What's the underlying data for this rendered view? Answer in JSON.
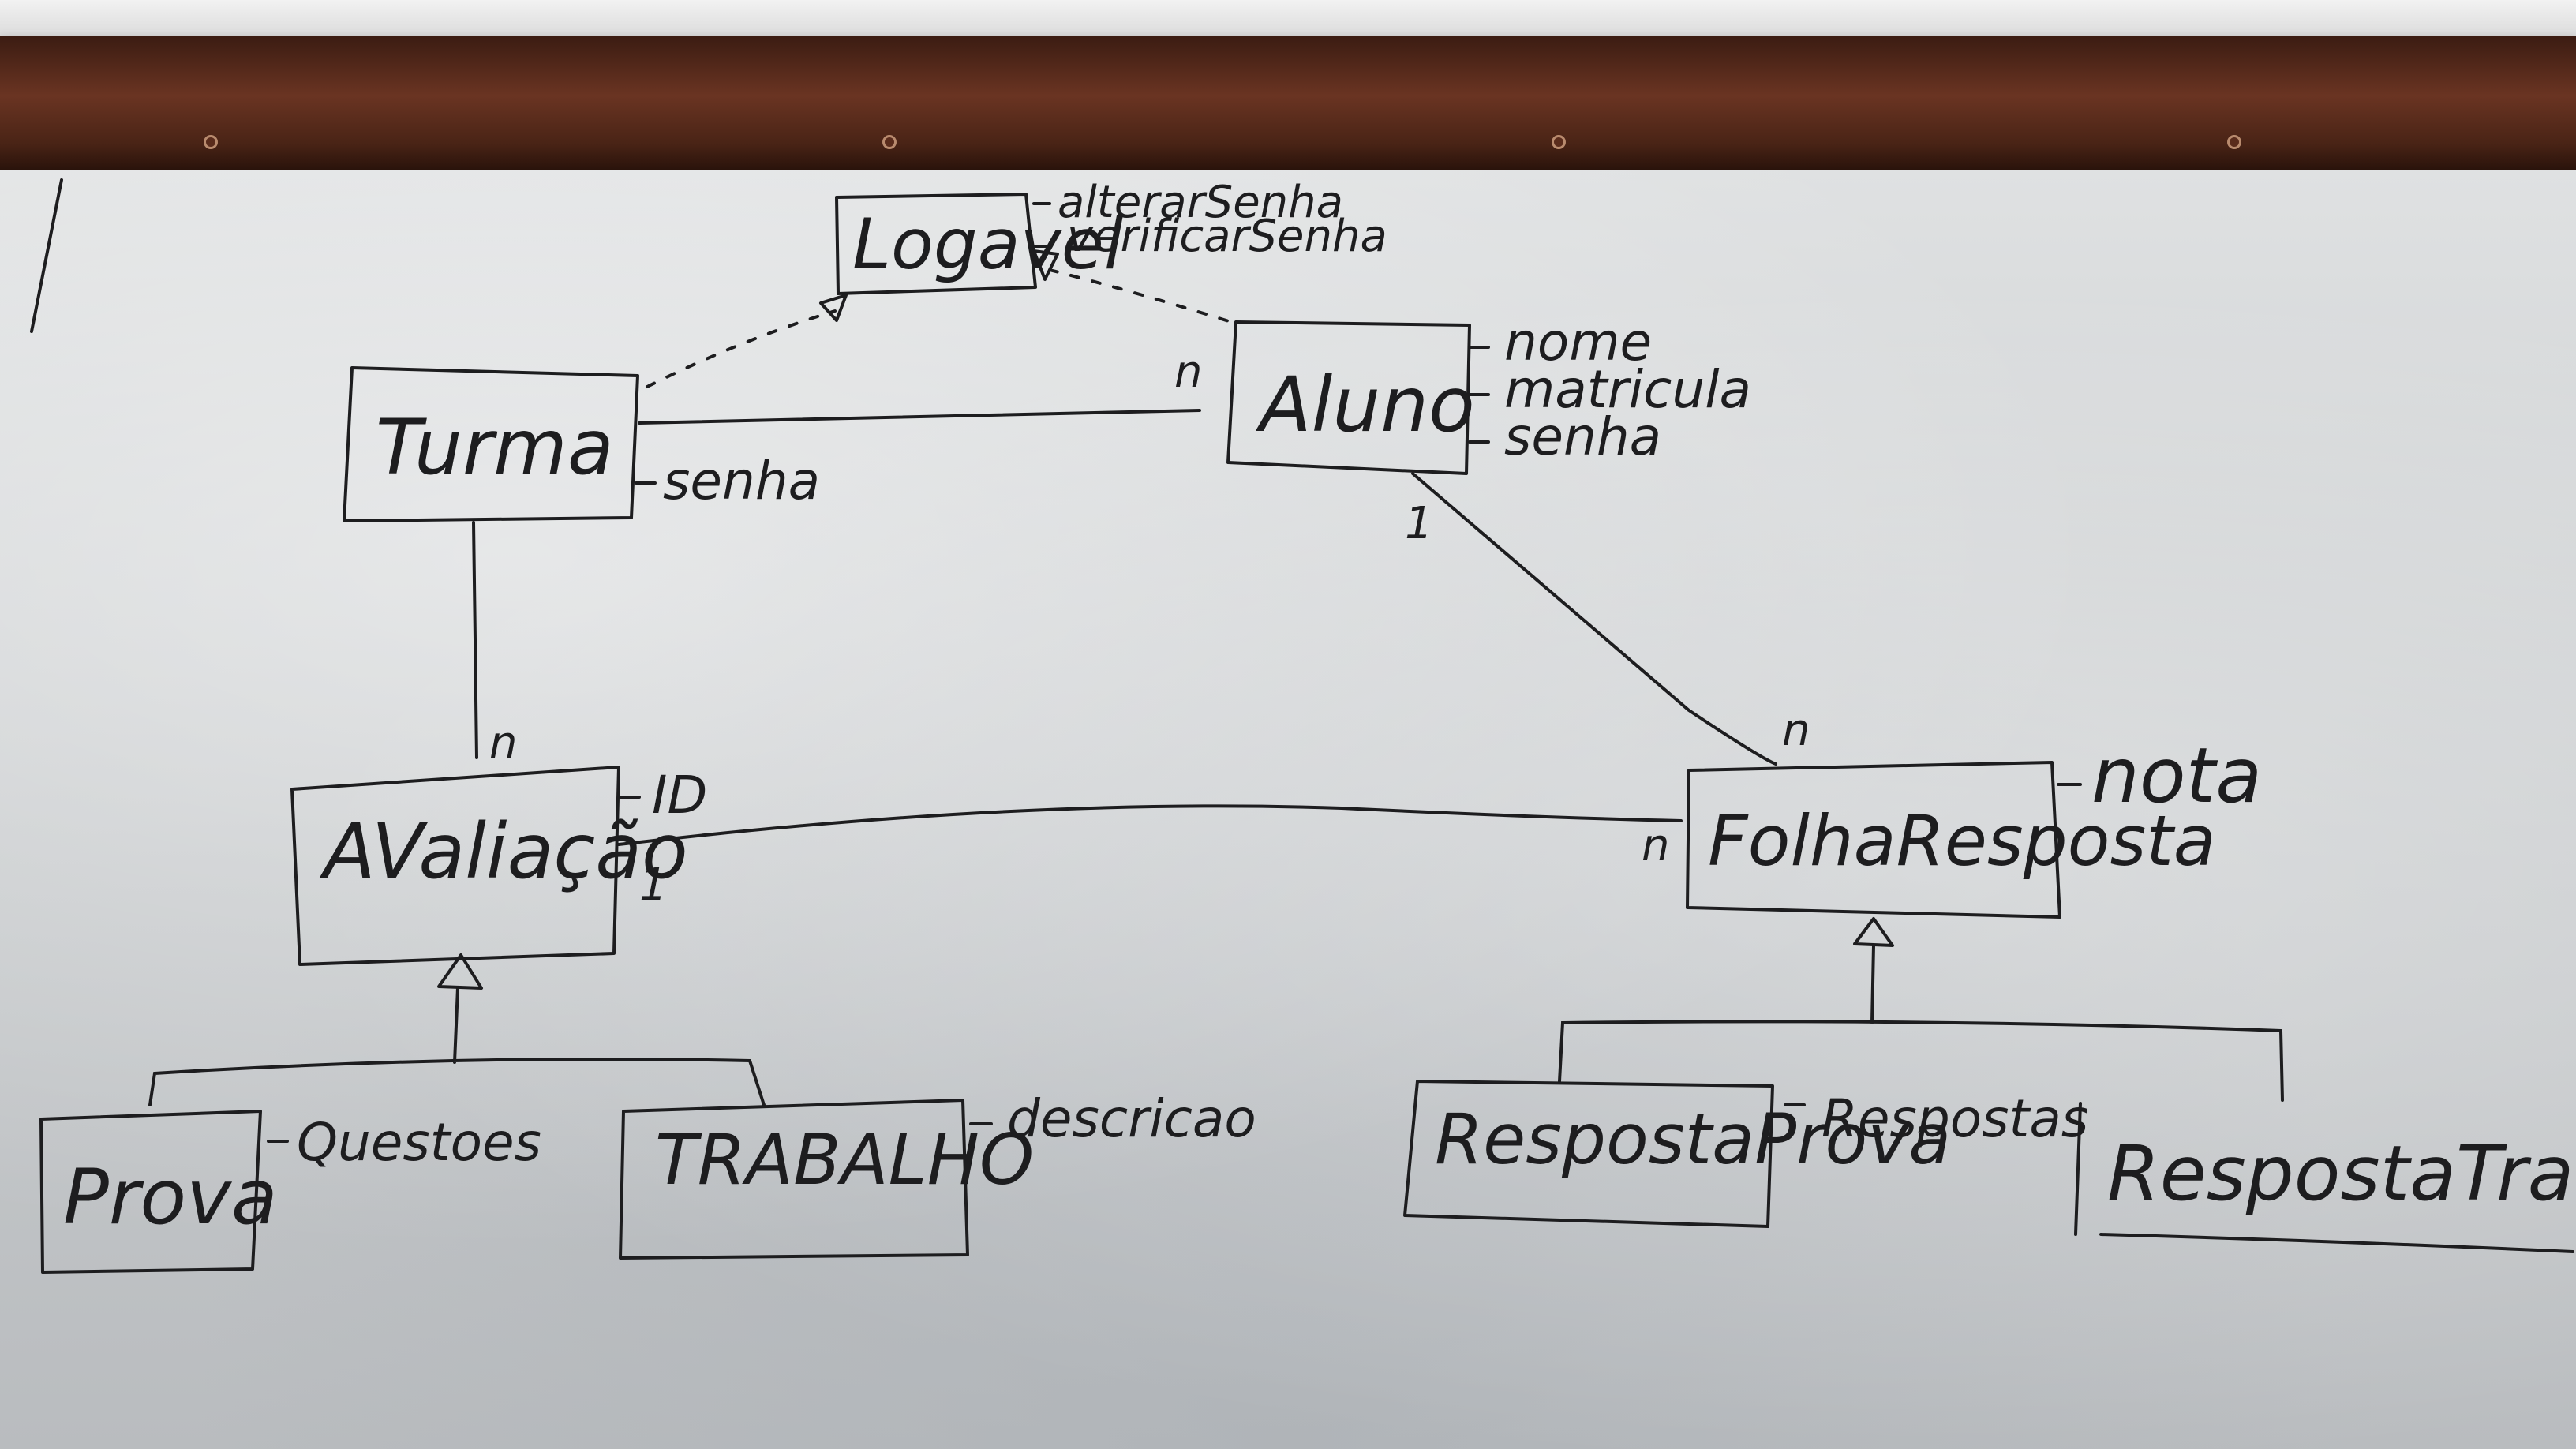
{
  "classes": {
    "logavel": {
      "name": "Logavel",
      "methods": [
        "alterarSenha",
        "verificarSenha"
      ]
    },
    "turma": {
      "name": "Turma",
      "attributes": [
        "senha"
      ]
    },
    "aluno": {
      "name": "Aluno",
      "attributes": [
        "nome",
        "matricula",
        "senha"
      ]
    },
    "avaliacao": {
      "name": "AValiação",
      "attributes": [
        "ID"
      ]
    },
    "folha": {
      "name": "FolhaResposta",
      "attributes": [
        "nota"
      ]
    },
    "prova": {
      "name": "Prova",
      "attributes": [
        "Questoes"
      ]
    },
    "trabalho": {
      "name": "TRABALHO",
      "attributes": [
        "descricao"
      ]
    },
    "resposta_prova": {
      "name": "RespostaProva",
      "attributes": [
        "Respostas"
      ]
    },
    "resposta_trab": {
      "name": "RespostaTraba"
    }
  },
  "multiplicities": {
    "turma_aluno": "n",
    "turma_avaliacao": "n",
    "aluno_folha_aluno": "1",
    "aluno_folha_folha": "n",
    "avaliacao_folha_avaliacao": "1",
    "avaliacao_folha_folha": "n"
  },
  "colors": {
    "ink": "#1d1d1f",
    "board": "#d6d8da",
    "tray": "#5a2c1c"
  }
}
